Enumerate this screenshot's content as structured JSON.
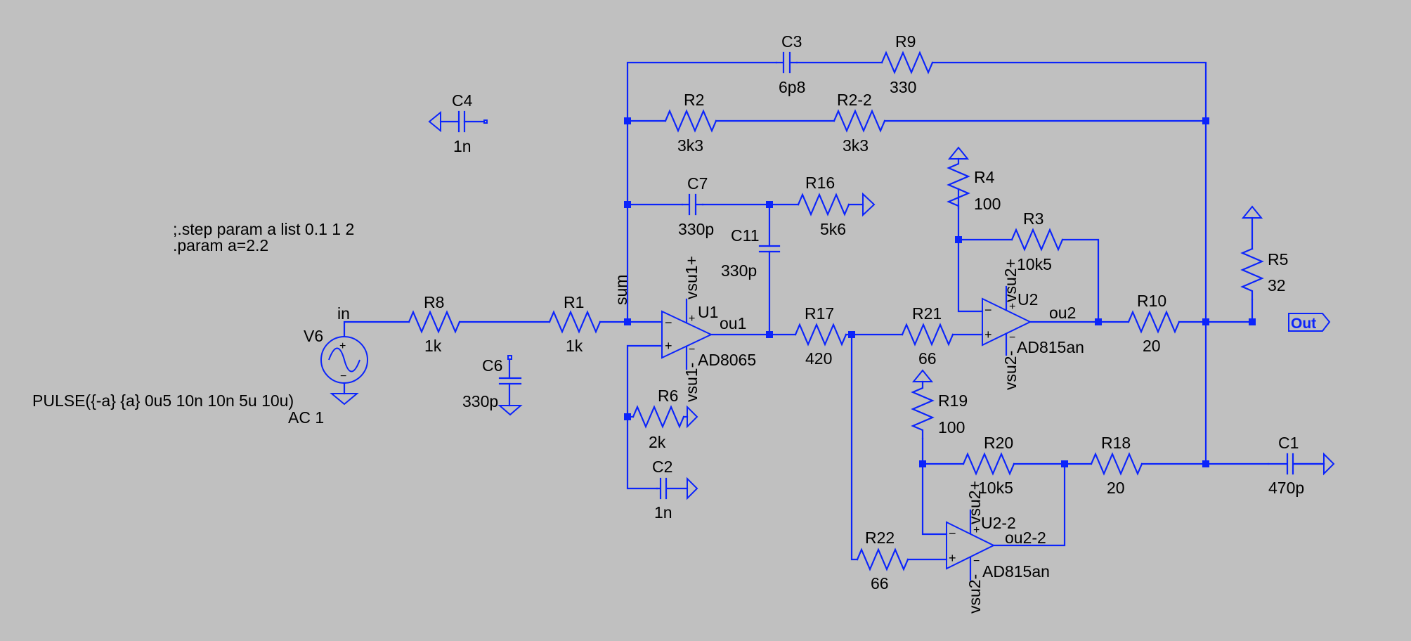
{
  "directives": {
    "step": ";.step param a list 0.1 1 2",
    "param": ".param a=2.2"
  },
  "source": {
    "ref": "V6",
    "value": "PULSE({-a} {a} 0u5 10n 10n 5u 10u)",
    "ac": "AC 1",
    "plus": "+",
    "minus": "−"
  },
  "components": {
    "R8": {
      "ref": "R8",
      "value": "1k"
    },
    "R1": {
      "ref": "R1",
      "value": "1k"
    },
    "C6": {
      "ref": "C6",
      "value": "330p"
    },
    "C4": {
      "ref": "C4",
      "value": "1n"
    },
    "C3": {
      "ref": "C3",
      "value": "6p8"
    },
    "R9": {
      "ref": "R9",
      "value": "330"
    },
    "R2": {
      "ref": "R2",
      "value": "3k3"
    },
    "R2_2": {
      "ref": "R2-2",
      "value": "3k3"
    },
    "C7": {
      "ref": "C7",
      "value": "330p"
    },
    "R16": {
      "ref": "R16",
      "value": "5k6"
    },
    "C11": {
      "ref": "C11",
      "value": "330p"
    },
    "R6": {
      "ref": "R6",
      "value": "2k"
    },
    "C2": {
      "ref": "C2",
      "value": "1n"
    },
    "R17": {
      "ref": "R17",
      "value": "420"
    },
    "R21": {
      "ref": "R21",
      "value": "66"
    },
    "R22": {
      "ref": "R22",
      "value": "66"
    },
    "R4": {
      "ref": "R4",
      "value": "100"
    },
    "R3": {
      "ref": "R3",
      "value": "10k5"
    },
    "R10": {
      "ref": "R10",
      "value": "20"
    },
    "R5": {
      "ref": "R5",
      "value": "32"
    },
    "R19": {
      "ref": "R19",
      "value": "100"
    },
    "R20": {
      "ref": "R20",
      "value": "10k5"
    },
    "R18": {
      "ref": "R18",
      "value": "20"
    },
    "C1": {
      "ref": "C1",
      "value": "470p"
    }
  },
  "opamps": {
    "U1": {
      "ref": "U1",
      "model": "AD8065",
      "vpos": "vsu1+",
      "vneg": "vsu1-"
    },
    "U2": {
      "ref": "U2",
      "model": "AD815an",
      "vpos": "vsu2+",
      "vneg": "vsu2-"
    },
    "U2_2": {
      "ref": "U2-2",
      "model": "AD815an",
      "vpos": "vsu2+",
      "vneg": "vsu2-"
    },
    "plus": "+",
    "minus": "−"
  },
  "nets": {
    "in": "in",
    "sum": "sum",
    "ou1": "ou1",
    "ou2": "ou2",
    "ou2_2": "ou2-2",
    "out": "Out"
  },
  "colors": {
    "wire": "#0b24fb",
    "background": "#c0c0c0",
    "text": "#000000"
  }
}
